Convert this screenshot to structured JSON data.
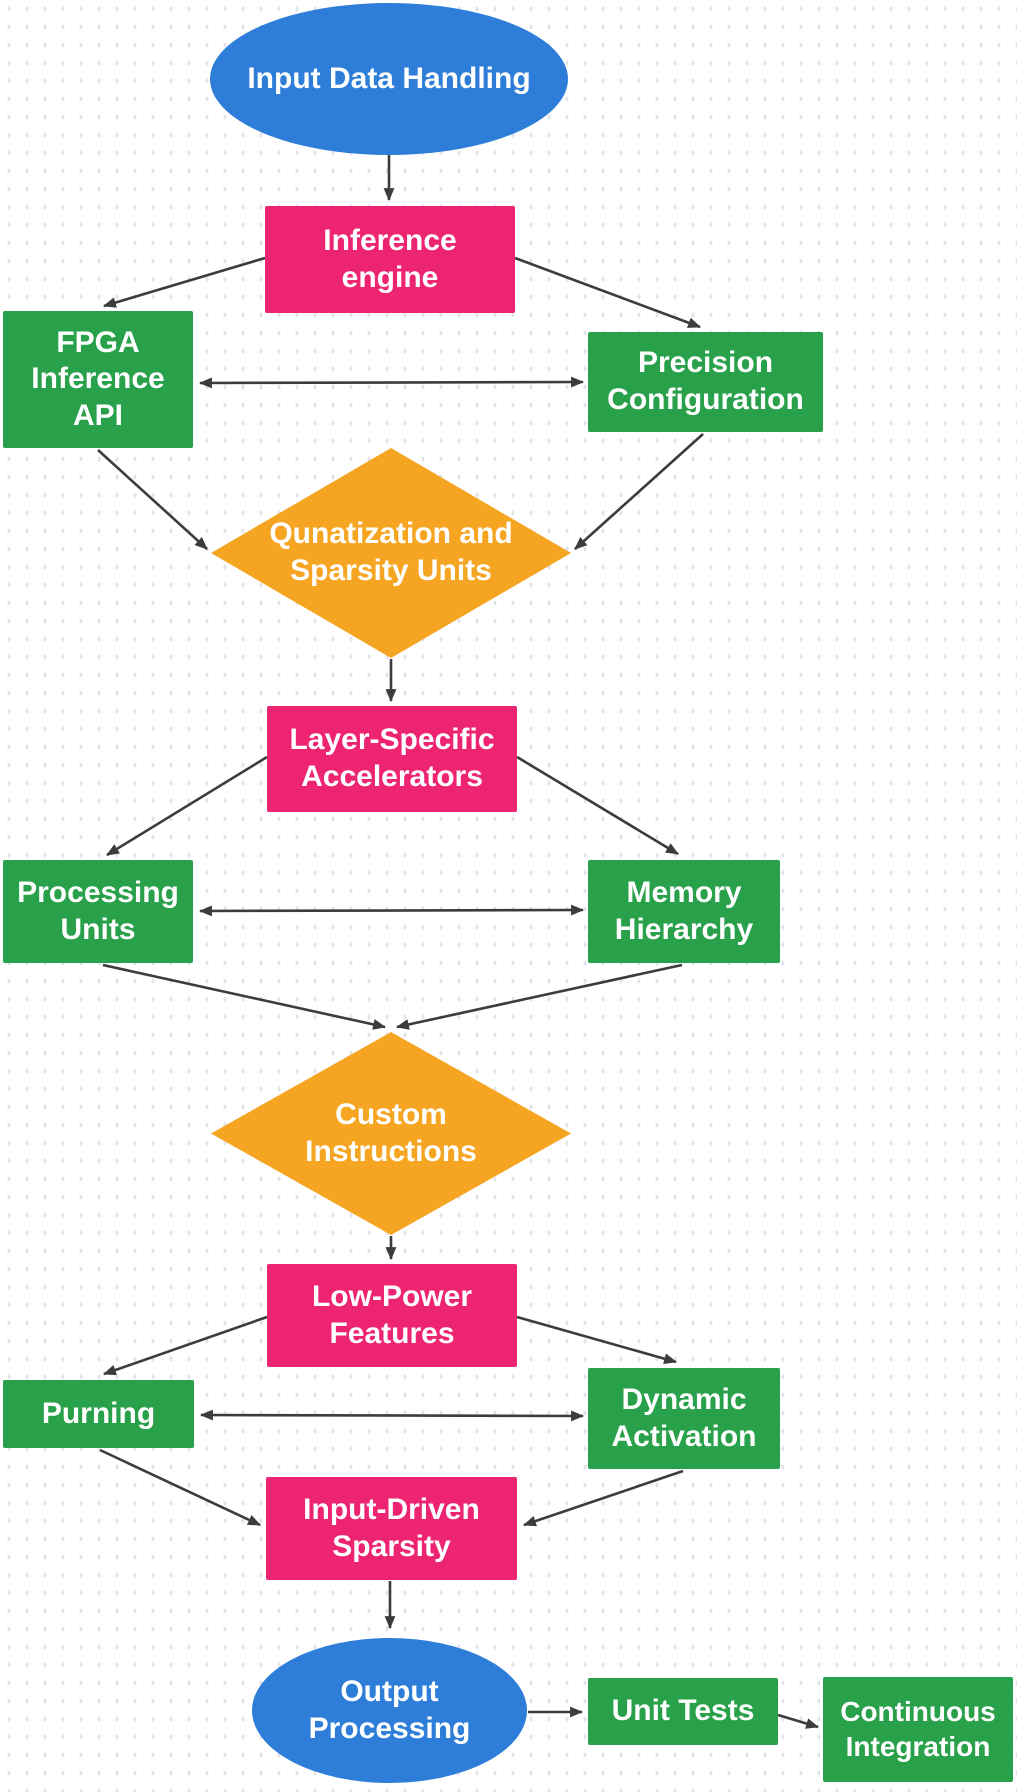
{
  "colors": {
    "blue": "#2e7ed9",
    "pink": "#ed2472",
    "green": "#29a14a",
    "orange": "#f6a522",
    "arrow": "#3c3c3c",
    "background_dot": "#e3e3ea",
    "label_text": "#ffffff"
  },
  "nodes": {
    "input_data_handling": {
      "label": "Input Data Handling",
      "shape": "ellipse",
      "color": "blue"
    },
    "inference_engine": {
      "label": "Inference engine",
      "shape": "rect",
      "color": "pink"
    },
    "fpga_inference_api": {
      "label": "FPGA Inference API",
      "shape": "rect",
      "color": "green"
    },
    "precision_configuration": {
      "label": "Precision Configuration",
      "shape": "rect",
      "color": "green"
    },
    "quantization_sparsity_units": {
      "label": "Qunatization and Sparsity Units",
      "shape": "diamond",
      "color": "orange"
    },
    "layer_specific_accelerators": {
      "label": "Layer-Specific Accelerators",
      "shape": "rect",
      "color": "pink"
    },
    "processing_units": {
      "label": "Processing Units",
      "shape": "rect",
      "color": "green"
    },
    "memory_hierarchy": {
      "label": "Memory Hierarchy",
      "shape": "rect",
      "color": "green"
    },
    "custom_instructions": {
      "label": "Custom Instructions",
      "shape": "diamond",
      "color": "orange"
    },
    "low_power_features": {
      "label": "Low-Power Features",
      "shape": "rect",
      "color": "pink"
    },
    "purning": {
      "label": "Purning",
      "shape": "rect",
      "color": "green"
    },
    "dynamic_activation": {
      "label": "Dynamic Activation",
      "shape": "rect",
      "color": "green"
    },
    "input_driven_sparsity": {
      "label": "Input-Driven Sparsity",
      "shape": "rect",
      "color": "pink"
    },
    "output_processing": {
      "label": "Output Processing",
      "shape": "ellipse",
      "color": "blue"
    },
    "unit_tests": {
      "label": "Unit Tests",
      "shape": "rect",
      "color": "green"
    },
    "continuous_integration": {
      "label": "Continuous Integration",
      "shape": "rect",
      "color": "green"
    }
  },
  "edges": [
    {
      "from": "input_data_handling",
      "to": "inference_engine",
      "bidirectional": false
    },
    {
      "from": "inference_engine",
      "to": "fpga_inference_api",
      "bidirectional": false
    },
    {
      "from": "inference_engine",
      "to": "precision_configuration",
      "bidirectional": false
    },
    {
      "from": "fpga_inference_api",
      "to": "precision_configuration",
      "bidirectional": true
    },
    {
      "from": "fpga_inference_api",
      "to": "quantization_sparsity_units",
      "bidirectional": false
    },
    {
      "from": "precision_configuration",
      "to": "quantization_sparsity_units",
      "bidirectional": false
    },
    {
      "from": "quantization_sparsity_units",
      "to": "layer_specific_accelerators",
      "bidirectional": false
    },
    {
      "from": "layer_specific_accelerators",
      "to": "processing_units",
      "bidirectional": false
    },
    {
      "from": "layer_specific_accelerators",
      "to": "memory_hierarchy",
      "bidirectional": false
    },
    {
      "from": "processing_units",
      "to": "memory_hierarchy",
      "bidirectional": true
    },
    {
      "from": "processing_units",
      "to": "custom_instructions",
      "bidirectional": false
    },
    {
      "from": "memory_hierarchy",
      "to": "custom_instructions",
      "bidirectional": false
    },
    {
      "from": "custom_instructions",
      "to": "low_power_features",
      "bidirectional": false
    },
    {
      "from": "low_power_features",
      "to": "purning",
      "bidirectional": false
    },
    {
      "from": "low_power_features",
      "to": "dynamic_activation",
      "bidirectional": false
    },
    {
      "from": "purning",
      "to": "dynamic_activation",
      "bidirectional": true
    },
    {
      "from": "purning",
      "to": "input_driven_sparsity",
      "bidirectional": false
    },
    {
      "from": "dynamic_activation",
      "to": "input_driven_sparsity",
      "bidirectional": false
    },
    {
      "from": "input_driven_sparsity",
      "to": "output_processing",
      "bidirectional": false
    },
    {
      "from": "output_processing",
      "to": "unit_tests",
      "bidirectional": false
    },
    {
      "from": "unit_tests",
      "to": "continuous_integration",
      "bidirectional": false
    }
  ]
}
